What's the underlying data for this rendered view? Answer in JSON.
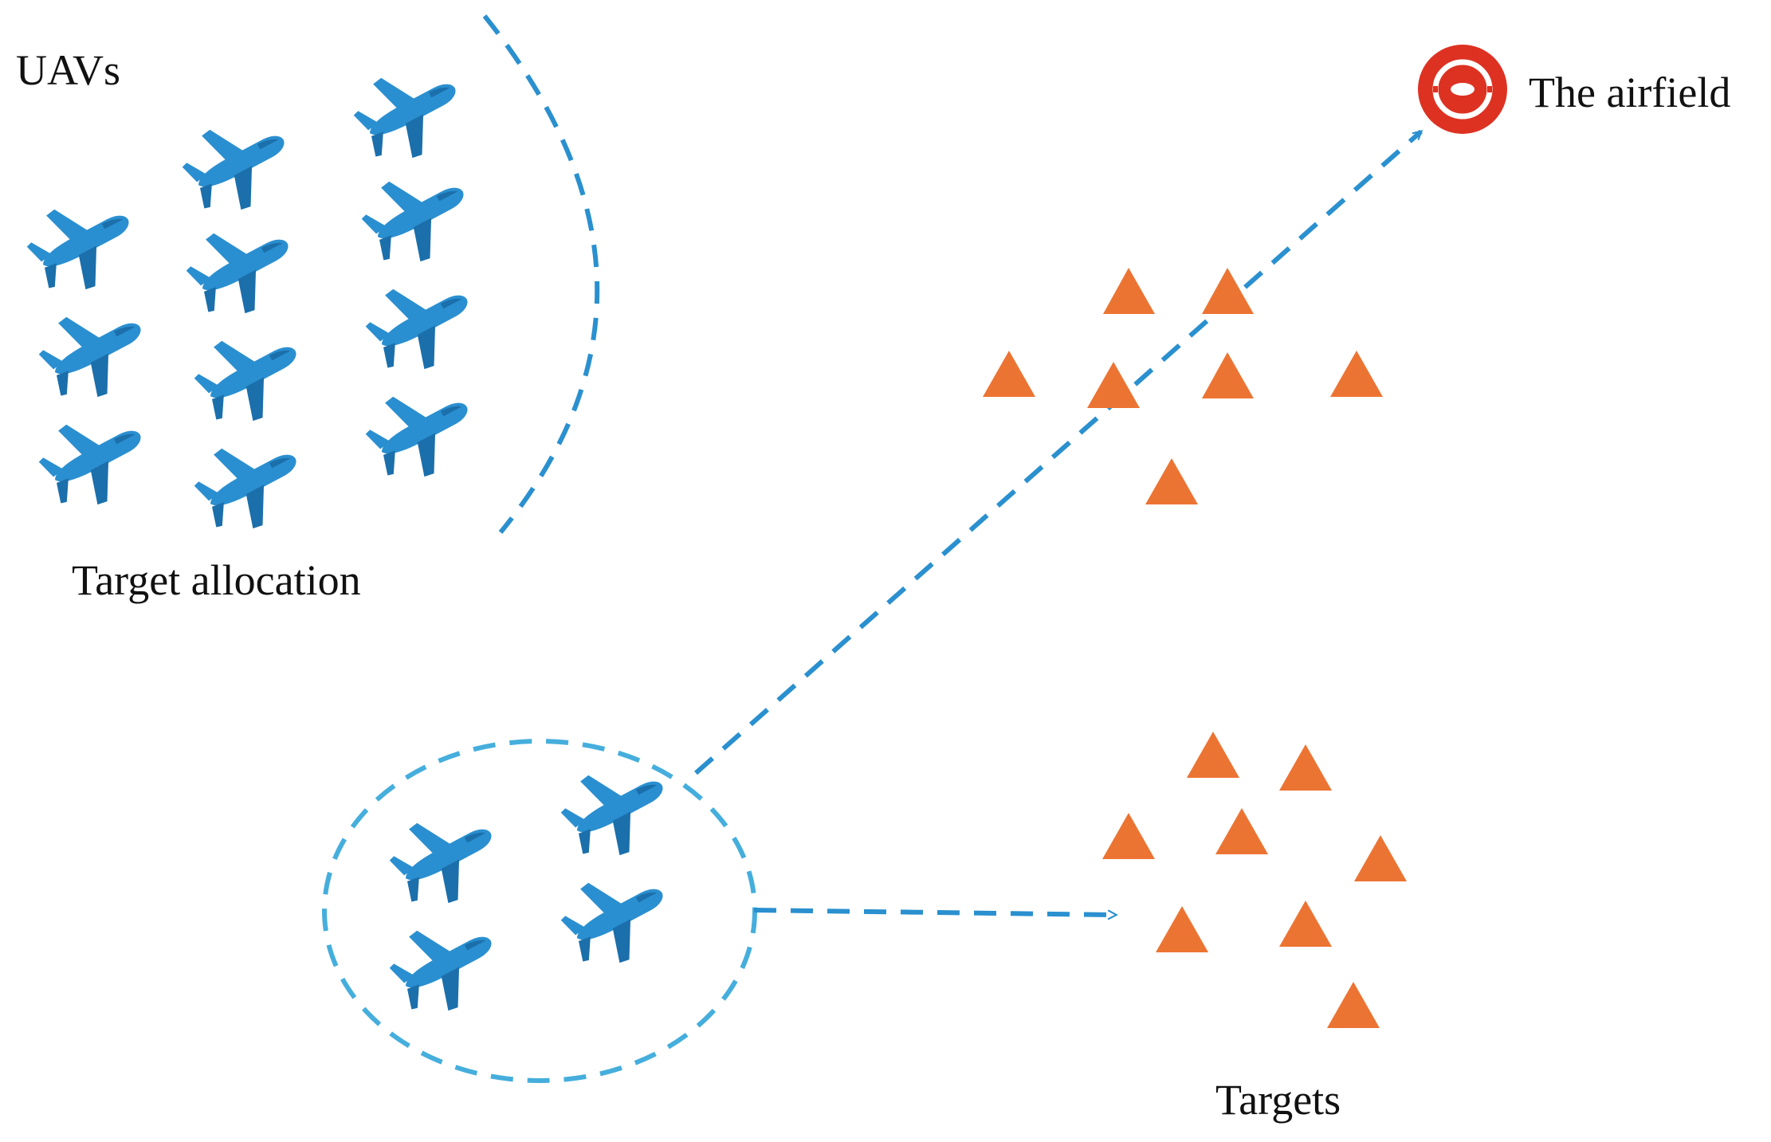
{
  "labels": {
    "uavs": "UAVs",
    "target_allocation": "Target allocation",
    "airfield": "The airfield",
    "targets": "Targets"
  },
  "colors": {
    "uav": "#2a8fd0",
    "uav_dark": "#1b6fab",
    "dashed_line": "#2a90cf",
    "target": "#ec7433",
    "airfield": "#dd3222"
  },
  "icons": {
    "uav": "airplane-icon",
    "target": "triangle-icon",
    "airfield": "airfield-icon"
  },
  "counts": {
    "swarm_uavs": 11,
    "group_uavs": 4,
    "targets_upper": 7,
    "targets_lower": 8
  }
}
